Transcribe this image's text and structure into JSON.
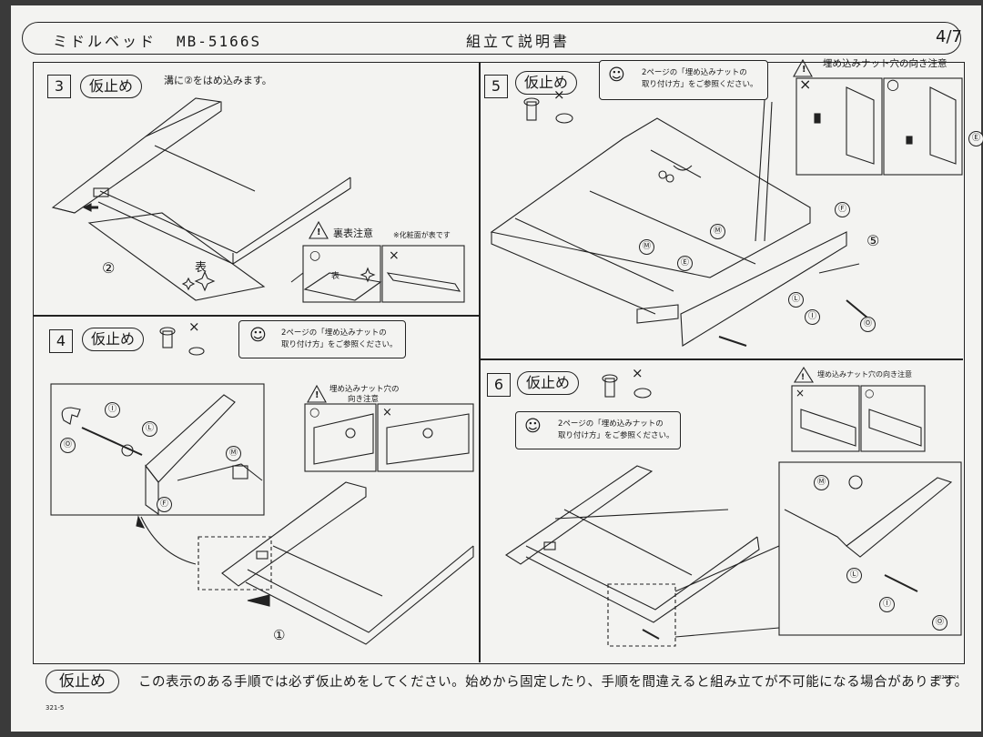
{
  "header": {
    "product": "ミドルベッド",
    "model": "MB-5166S",
    "doc_type": "組立て説明書",
    "page": "4/7"
  },
  "steps": [
    {
      "number": "3",
      "label": "仮止め",
      "instruction": "溝に②をはめ込みます。"
    },
    {
      "number": "4",
      "label": "仮止め"
    },
    {
      "number": "5",
      "label": "仮止め"
    },
    {
      "number": "6",
      "label": "仮止め"
    }
  ],
  "step3": {
    "caution_title": "裏表注意",
    "caution_note": "※化粧面が表です",
    "ok_mark": "○",
    "ng_mark": "×",
    "omote": "表",
    "part_label": "②"
  },
  "nut_reference": {
    "line1": "2ページの「埋め込みナットの",
    "line2": "取り付け方」をご参照ください。"
  },
  "nut_orientation": {
    "title_line1": "埋め込みナット穴の",
    "title_line2": "向き注意",
    "title_single": "埋め込みナット穴の向き注意",
    "ok_mark": "○",
    "ng_mark": "×"
  },
  "parts": {
    "I": "Ⓘ",
    "L": "Ⓛ",
    "M": "Ⓜ",
    "F": "Ⓕ",
    "E": "Ⓔ",
    "O": "Ⓞ",
    "one": "①",
    "five": "⑤"
  },
  "footer": {
    "label": "仮止め",
    "text": "この表示のある手順では必ず仮止めをしてください。始めから固定したり、手順を間違えると組み立てが不可能になる場合があります。",
    "code": "321-5",
    "date": "20230224"
  }
}
